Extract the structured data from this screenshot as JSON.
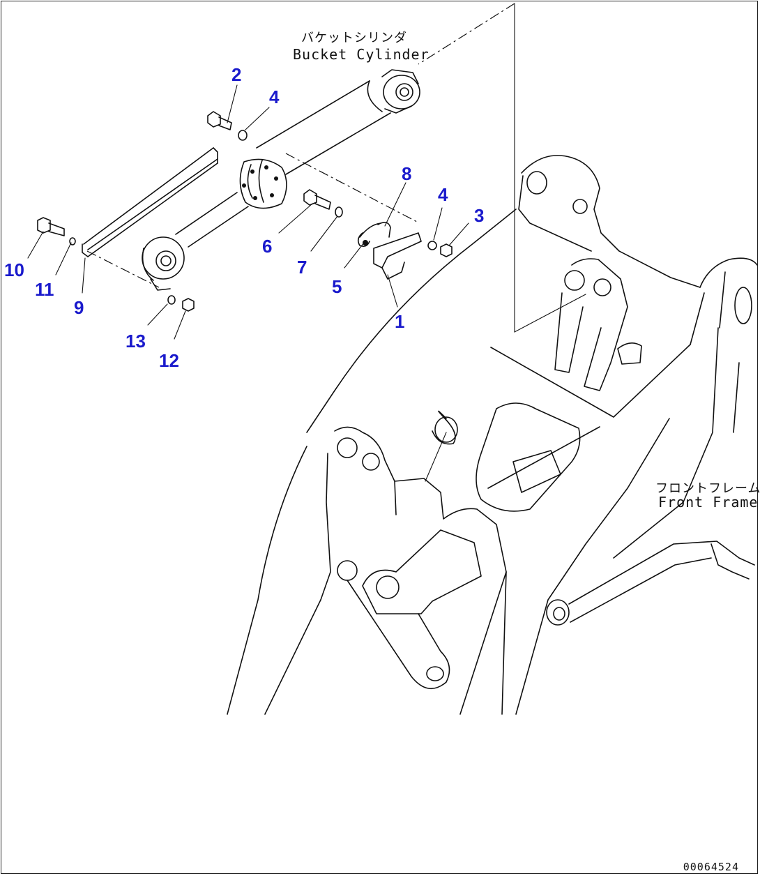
{
  "labels": {
    "bucket_cylinder_jp": "バケットシリンダ",
    "bucket_cylinder_en": "Bucket Cylinder",
    "front_frame_jp": "フロントフレーム",
    "front_frame_en": "Front Frame"
  },
  "callouts": [
    "1",
    "2",
    "3",
    "4",
    "4",
    "5",
    "6",
    "7",
    "8",
    "9",
    "10",
    "11",
    "12",
    "13"
  ],
  "drawing_id": "00064524",
  "colors": {
    "callout": "#1a1acc",
    "line": "#111111"
  }
}
